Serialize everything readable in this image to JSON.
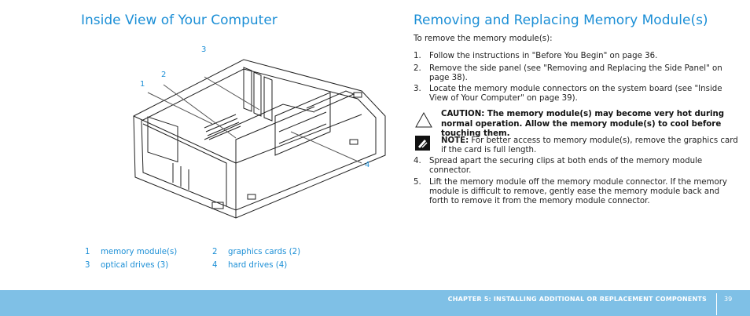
{
  "left": {
    "title": "Inside View of Your Computer",
    "callouts": [
      "1",
      "2",
      "3",
      "4"
    ],
    "legend": [
      {
        "num": "1",
        "label": "memory module(s)"
      },
      {
        "num": "2",
        "label": "graphics cards (2)"
      },
      {
        "num": "3",
        "label": "optical drives (3)"
      },
      {
        "num": "4",
        "label": "hard drives (4)"
      }
    ]
  },
  "right": {
    "title": "Removing and Replacing Memory Module(s)",
    "intro": "To remove the memory module(s):",
    "steps": [
      {
        "num": "1.",
        "text": "Follow the instructions in \"Before You Begin\" on page 36."
      },
      {
        "num": "2.",
        "text": "Remove the side panel (see \"Removing and Replacing the Side Panel\" on page 38)."
      },
      {
        "num": "3.",
        "text": "Locate the memory module connectors on the system board (see \"Inside View of Your Computer\" on page 39)."
      },
      {
        "num": "4.",
        "text": "Spread apart the securing clips at both ends of the memory module connector."
      },
      {
        "num": "5.",
        "text": "Lift the memory module off the memory module connector. If the memory module is difficult to remove, gently ease the memory module back and forth to remove it from the memory module connector."
      }
    ],
    "caution": "CAUTION: The memory module(s) may become very hot during normal operation. Allow the memory module(s) to cool before touching them.",
    "note_label": "NOTE:",
    "note_text": " For better access to memory module(s), remove the graphics card if the card is full length."
  },
  "footer": {
    "chapter": "CHAPTER 5: INSTALLING ADDITIONAL OR REPLACEMENT COMPONENTS",
    "page": "39"
  },
  "colors": {
    "accent": "#1c8fd6",
    "footer_bg": "#7fc0e6"
  }
}
